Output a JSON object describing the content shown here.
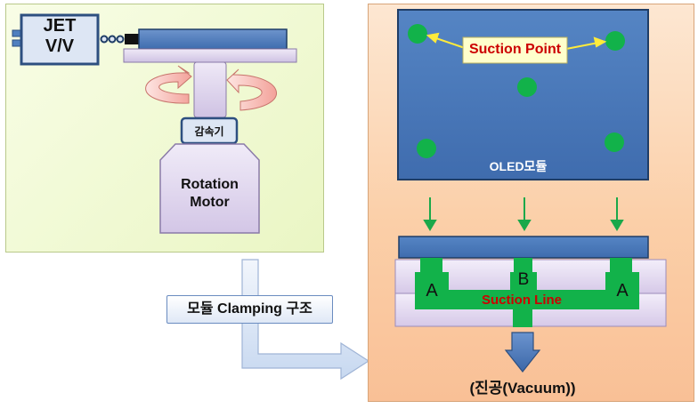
{
  "left_panel": {
    "jet_valve": {
      "line1": "JET",
      "line2": "V/V"
    },
    "reducer_label": "감속기",
    "motor": {
      "line1": "Rotation",
      "line2": "Motor"
    }
  },
  "callout_label": "모듈 Clamping 구조",
  "right_panel": {
    "module_label": "OLED모듈",
    "suction_point_label": "Suction Point",
    "chamber_labels": {
      "left": "A",
      "center": "B",
      "right": "A"
    },
    "suction_line_label": "Suction Line",
    "vacuum_label": "(진공(Vacuum))"
  },
  "colors": {
    "left_bg": "#f3fbd6",
    "right_bg": "#fbd3ad",
    "module_blue": "#4f7fbf",
    "suction_green": "#12b24a",
    "lavender": "#ddd2ec",
    "label_yellow": "#ffffcc",
    "suction_text_red": "#cc0000"
  }
}
